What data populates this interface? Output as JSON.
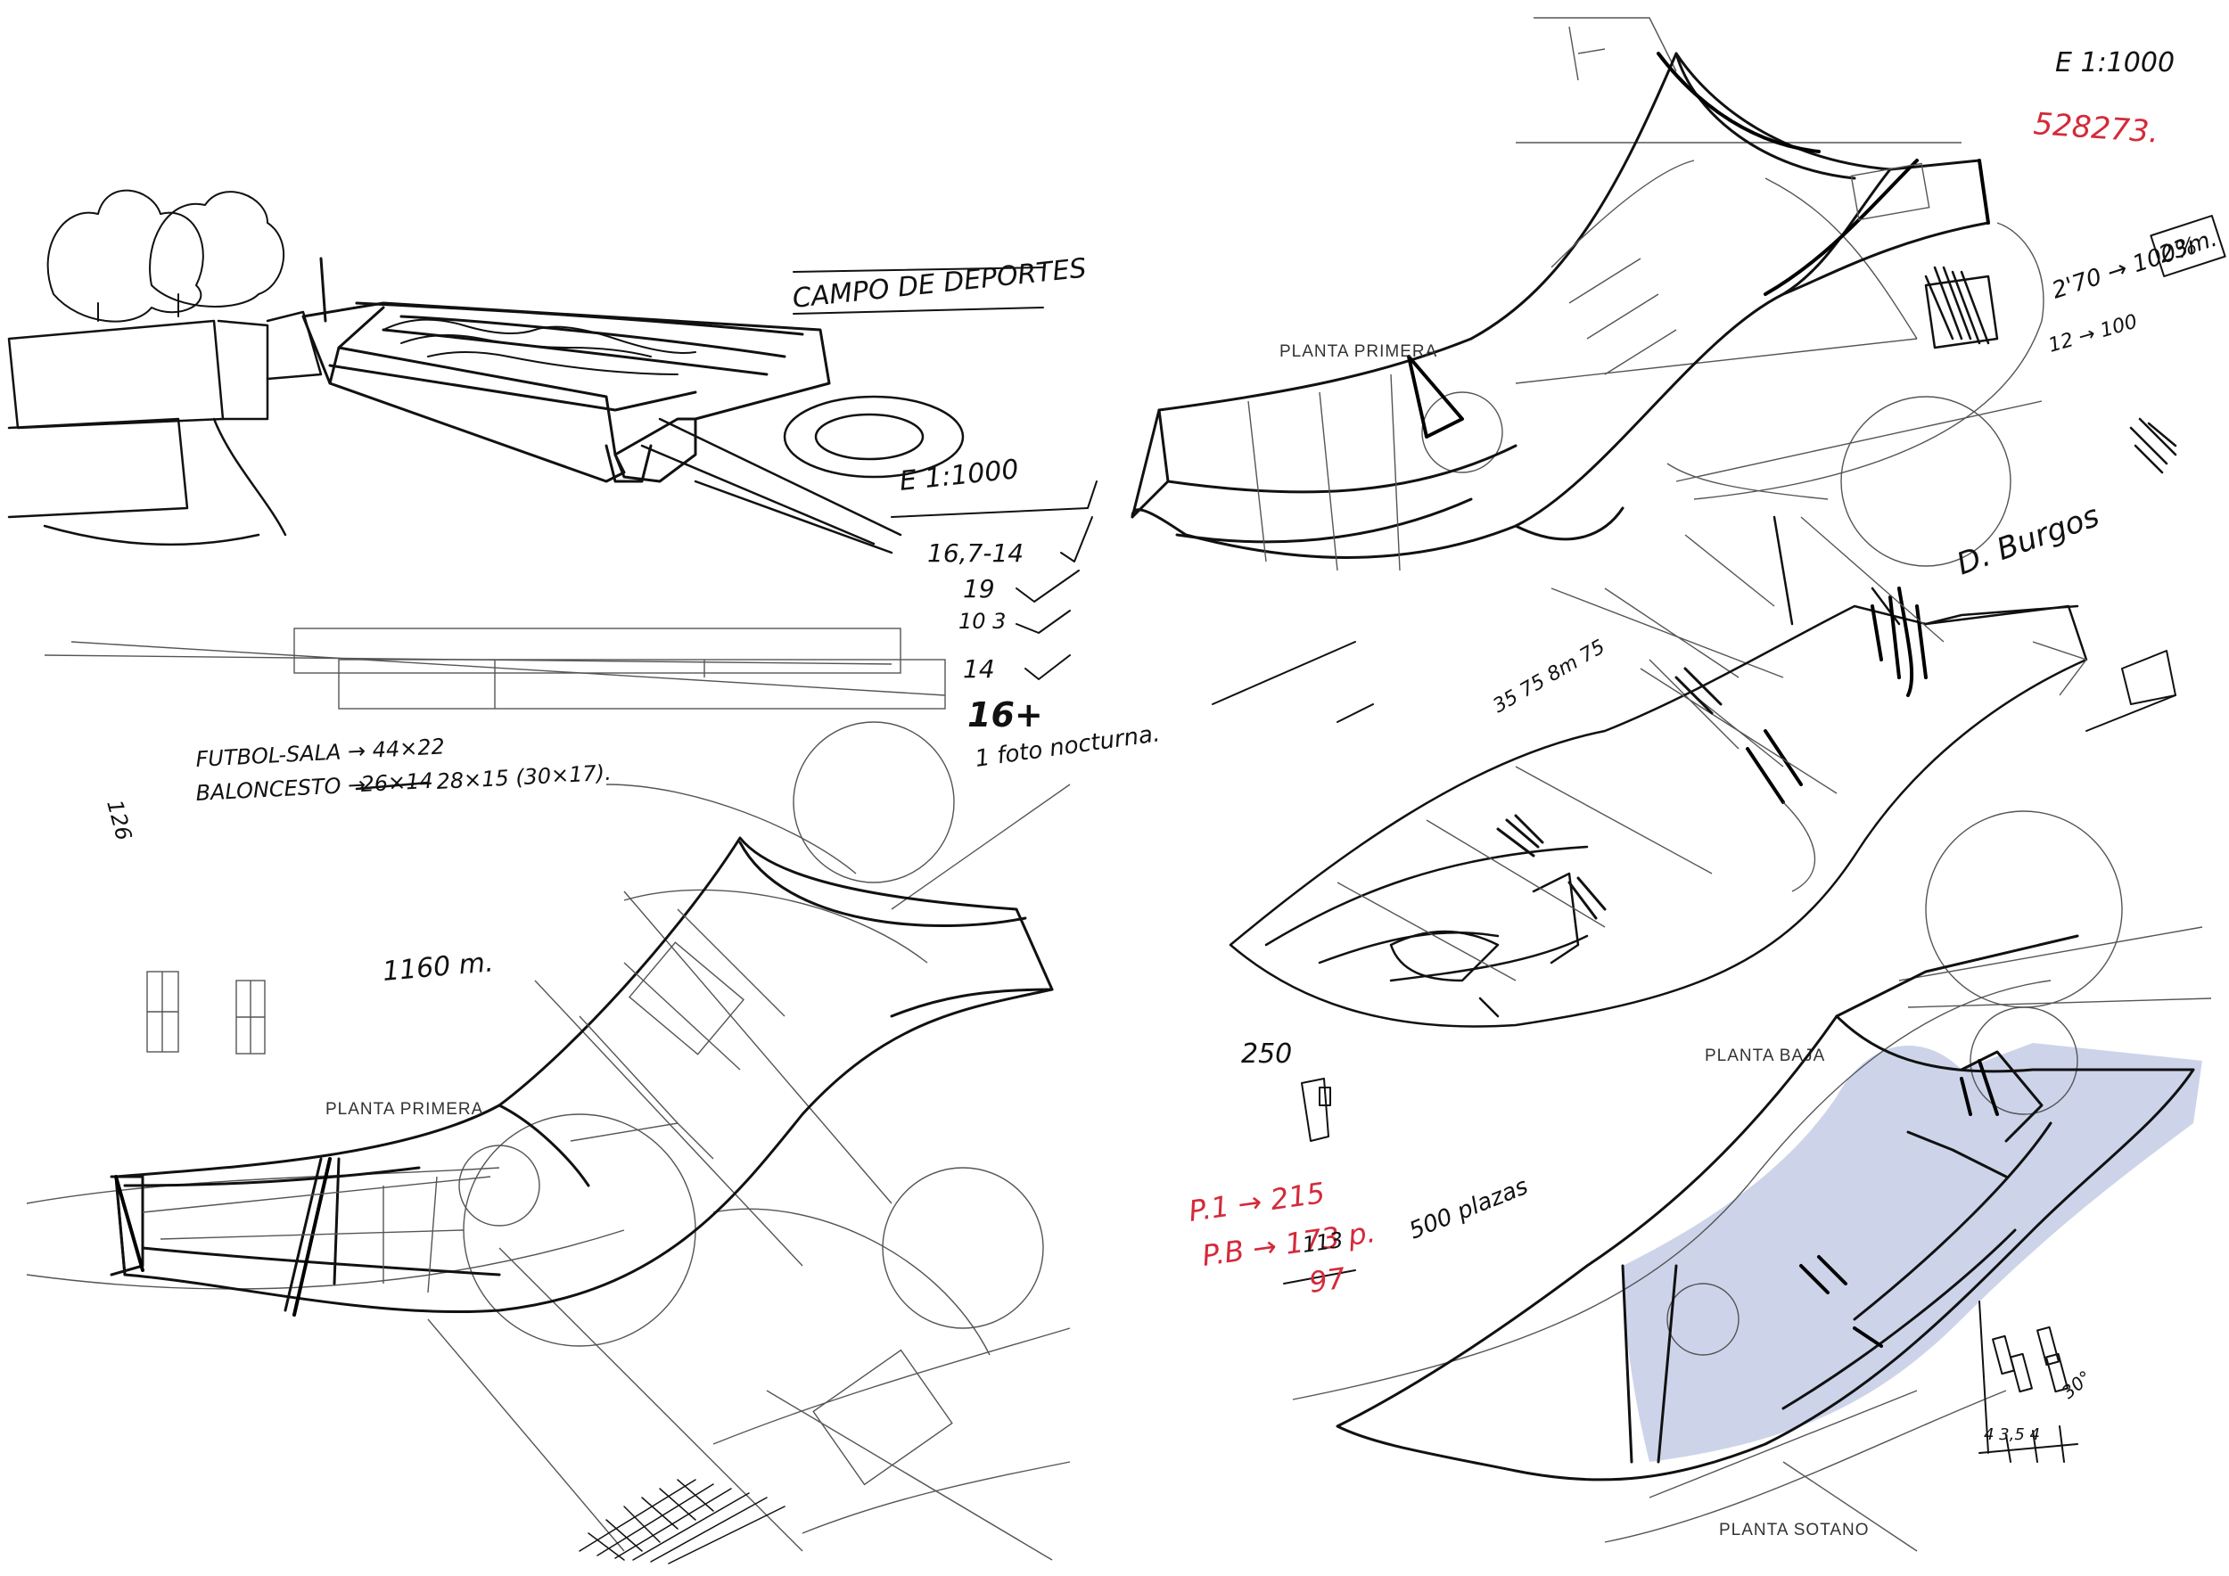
{
  "colors": {
    "ink": "#111111",
    "red_ink": "#d42a3a",
    "blue_pencil": "#4a63b5",
    "paper": "#ffffff"
  },
  "left_sheet": {
    "perspective_title": "CAMPO DE DEPORTES",
    "perspective_scale": "E 1:1000",
    "tally": [
      "16,7-14",
      "19",
      "10 3",
      "14",
      "16+"
    ],
    "photo_note": "1 foto nocturna.",
    "court_notes": {
      "futbol": "FUTBOL-SALA → 44×22",
      "baloncesto_prefix": "BALONCESTO →",
      "baloncesto_struck": "26×14",
      "baloncesto_rest": "28×15 (30×17)."
    },
    "side_note": "126",
    "length_note": "1160 m.",
    "plan_label": "PLANTA PRIMERA"
  },
  "right_sheet": {
    "scale": "E 1:1000",
    "red_number": "528273.",
    "top_plan_label": "PLANTA PRIMERA",
    "dimension_notes": [
      "2'70 → 100%",
      "23m.",
      "12 → 100"
    ],
    "ground_plan_label": "PLANTA BAJA",
    "basement_plan_label": "PLANTA SOTANO",
    "stair_dims": "35 75 8m 75",
    "side_note": "D. Burgos",
    "number_250": "250",
    "parking": {
      "p1": "P.1 → 215",
      "pb": "P.B → 173 p.",
      "sub1": "113",
      "sub2": "97",
      "total": "500 plazas"
    },
    "angle_note": "30°",
    "bottom_dims": "4 3,5 4"
  }
}
